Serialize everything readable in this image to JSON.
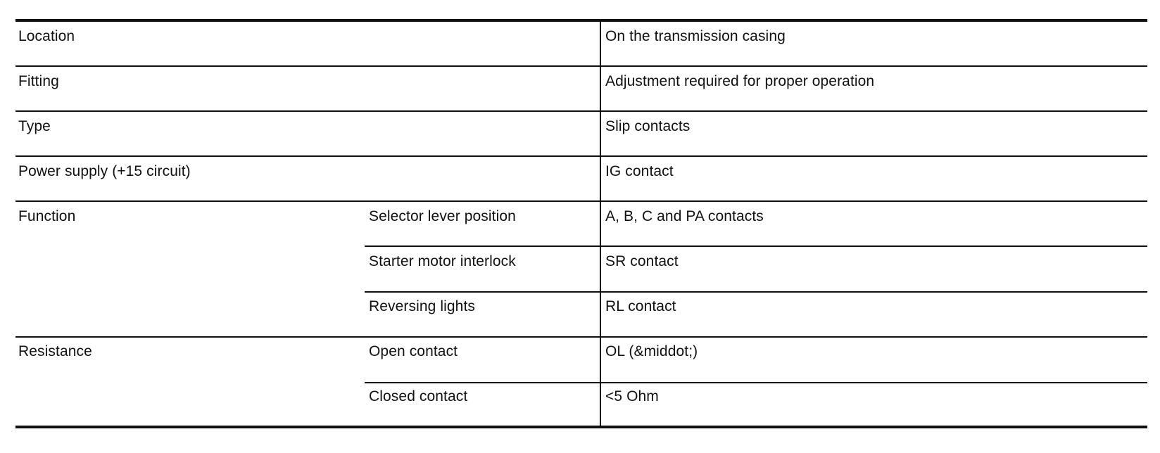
{
  "table": {
    "rows": [
      {
        "label": "Location",
        "sublabel": "",
        "value": "On the transmission casing"
      },
      {
        "label": "Fitting",
        "sublabel": "",
        "value": "Adjustment required for proper operation"
      },
      {
        "label": "Type",
        "sublabel": "",
        "value": "Slip contacts"
      },
      {
        "label": "Power supply (+15 circuit)",
        "sublabel": "",
        "value": "IG contact"
      },
      {
        "label": "Function",
        "sublabel": "Selector lever position",
        "value": "A, B, C and PA contacts"
      },
      {
        "label": "",
        "sublabel": "Starter motor interlock",
        "value": "SR contact"
      },
      {
        "label": "",
        "sublabel": "Reversing lights",
        "value": "RL contact"
      },
      {
        "label": "Resistance",
        "sublabel": "Open contact",
        "value": "OL (&middot;)"
      },
      {
        "label": "",
        "sublabel": "Closed contact",
        "value": "<5 Ohm"
      }
    ]
  }
}
